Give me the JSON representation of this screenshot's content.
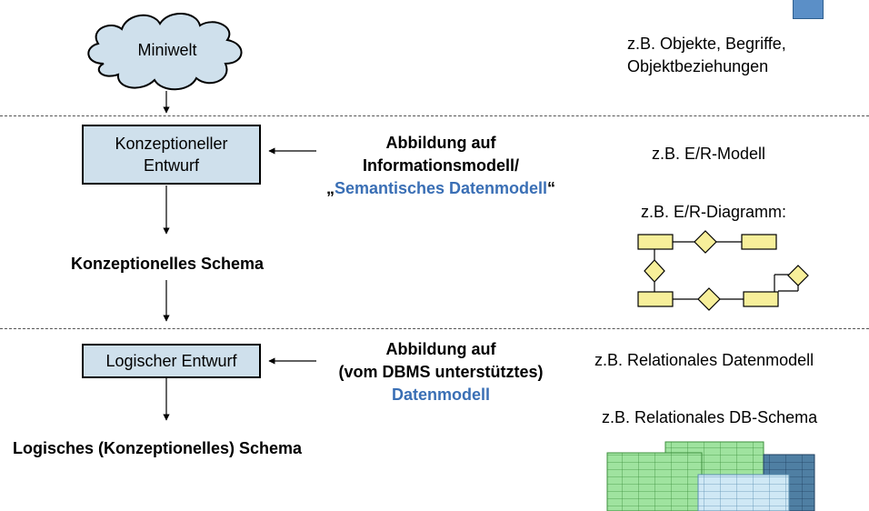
{
  "miniwelt": {
    "label": "Miniwelt",
    "examples": [
      "z.B. Objekte, Begriffe,",
      "Objektbeziehungen"
    ]
  },
  "conceptual": {
    "box_lines": [
      "Konzeptioneller",
      "Entwurf"
    ],
    "mapping_lines": [
      "Abbildung auf",
      "Informationsmodell/"
    ],
    "mapping_quote_open": "„",
    "mapping_highlight": "Semantisches Datenmodell",
    "mapping_quote_close": "“",
    "example_model": "z.B. E/R-Modell",
    "example_diagram": "z.B. E/R-Diagramm:",
    "schema_label": "Konzeptionelles Schema"
  },
  "logical": {
    "box_label": "Logischer Entwurf",
    "mapping_lines": [
      "Abbildung auf",
      "(vom DBMS unterstütztes)"
    ],
    "mapping_highlight": "Datenmodell",
    "example_model": "z.B. Relationales Datenmodell",
    "example_schema": "z.B. Relationales DB-Schema",
    "schema_label": "Logisches (Konzeptionelles) Schema"
  },
  "colors": {
    "box_fill": "#cfe0ec",
    "highlight_text": "#3a6fb5",
    "er_entity_fill": "#f7ef9a",
    "table_green": "#9fe39f",
    "table_blue": "#4f7fa3",
    "table_light_blue": "#cfe8f5"
  }
}
